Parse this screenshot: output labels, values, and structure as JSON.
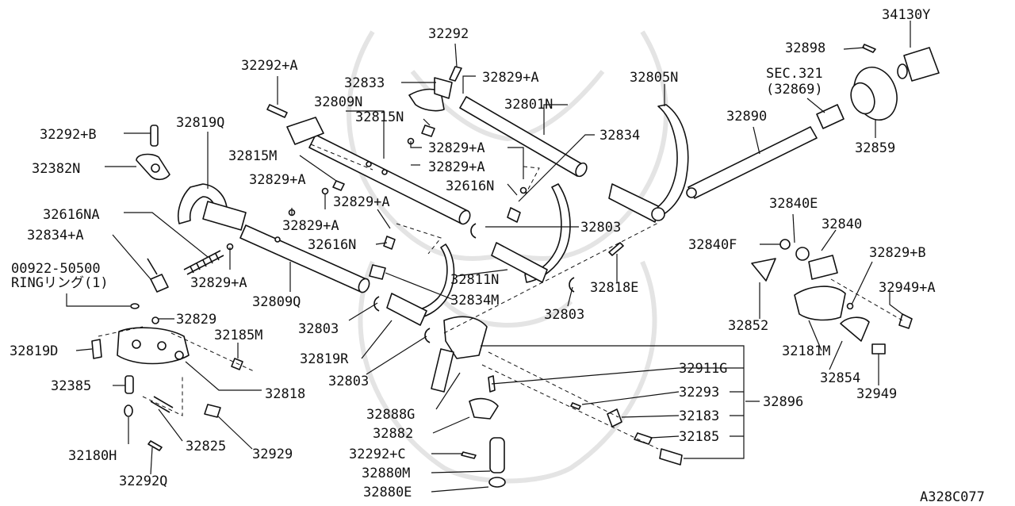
{
  "diagram_code": "A328C077",
  "labels": {
    "l32292": "32292",
    "l32292A": "32292+A",
    "l32833": "32833",
    "l32829A_top": "32829+A",
    "l34130Y": "34130Y",
    "l32898": "32898",
    "lsec321": "SEC.321",
    "l32869": "(32869)",
    "l32805N": "32805N",
    "l32809N": "32809N",
    "l32801N": "32801N",
    "l32815N": "32815N",
    "l32890": "32890",
    "l32292B": "32292+B",
    "l32819Q": "32819Q",
    "l32834_top": "32834",
    "l32859": "32859",
    "l32815M": "32815M",
    "l32829A_a": "32829+A",
    "l32829A_b": "32829+A",
    "l32382N": "32382N",
    "l32829A_c": "32829+A",
    "l32616N_top": "32616N",
    "l32840E": "32840E",
    "l32829A_d": "32829+A",
    "l32616NA": "32616NA",
    "l32829A_e": "32829+A",
    "l32803_a": "32803",
    "l32840": "32840",
    "l32834A": "32834+A",
    "l32616N": "32616N",
    "l32840F": "32840F",
    "l32829B": "32829+B",
    "l00922": "00922-50500",
    "lring": "RINGリング(1)",
    "l32829A_f": "32829+A",
    "l32811N": "32811N",
    "l32818E": "32818E",
    "l32949A": "32949+A",
    "l32809Q": "32809Q",
    "l32834M": "32834M",
    "l32829": "32829",
    "l32803_b": "32803",
    "l32803_c": "32803",
    "l32852": "32852",
    "l32185M": "32185M",
    "l32819D": "32819D",
    "l32819R": "32819R",
    "l32181M": "32181M",
    "l32911G": "32911G",
    "l32803_d": "32803",
    "l32854": "32854",
    "l32385": "32385",
    "l32818": "32818",
    "l32293": "32293",
    "l32896": "32896",
    "l32949": "32949",
    "l32888G": "32888G",
    "l32183": "32183",
    "l32882": "32882",
    "l32825": "32825",
    "l32929": "32929",
    "l32185": "32185",
    "l32180H": "32180H",
    "l32292C": "32292+C",
    "l32880M": "32880M",
    "l32292Q": "32292Q",
    "l32880E": "32880E"
  }
}
